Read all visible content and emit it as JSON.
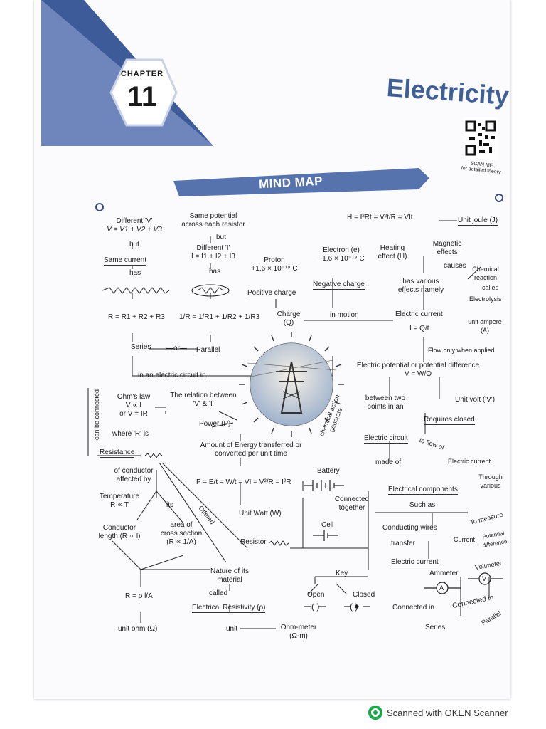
{
  "header": {
    "chapter_word": "CHAPTER",
    "chapter_number": "11",
    "title": "Electricity",
    "qr_caption_1": "SCAN ME",
    "qr_caption_2": "for detailed theory",
    "banner": "MIND MAP"
  },
  "colors": {
    "accent": "#4a6aa8",
    "title": "#3f5f95",
    "banner": "#5673ad"
  },
  "map": {
    "diff_v": "Different 'V'",
    "v_sum": "V = V1 + V2 + V3",
    "but1": "but",
    "same_current": "Same current",
    "has1": "has",
    "series_r": "R = R1 + R2 + R3",
    "series": "Series",
    "or": "—or—",
    "same_potential_1": "Same potential",
    "same_potential_2": "across each resistor",
    "but2": "but",
    "diff_i": "Different 'I'",
    "i_sum": "I = I1 + I2 + I3",
    "has2": "has",
    "parallel_r": "1/R = 1/R1 + 1/R2 + 1/R3",
    "parallel": "Parallel",
    "in_circuit": "in an electric circuit in",
    "proton_1": "Proton",
    "proton_2": "+1.6 × 10⁻¹⁹ C",
    "positive_charge": "Positive charge",
    "electron_1": "Electron (e)",
    "electron_2": "−1.6 × 10⁻¹⁹ C",
    "negative_charge": "Negative charge",
    "charge_1": "Charge",
    "charge_2": "(Q)",
    "in_motion": "in motion",
    "heating_formula": "H = I²Rt = V²t/R = VIt",
    "unit_joule": "Unit joule (J)",
    "heating_1": "Heating",
    "heating_2": "effect (H)",
    "magnetic_1": "Magnetic",
    "magnetic_2": "effects",
    "causes": "causes",
    "chemical_1": "Chemical",
    "chemical_2": "reaction",
    "called1": "called",
    "electrolysis": "Electrolysis",
    "has_various_1": "has various",
    "has_various_2": "effects namely",
    "electric_current": "Electric current",
    "i_formula": "I = Q/t",
    "unit_ampere_1": "unit ampere",
    "unit_ampere_2": "(A)",
    "flow": "Flow only when applied",
    "potential_1": "Electric potential or potential difference",
    "potential_2": "V = W/Q",
    "ohms_1": "Ohm's law",
    "ohms_2": "V ∝ I",
    "ohms_3": "or V = IR",
    "where_r": "where 'R' is",
    "can_be_connected": "can be connected",
    "relation_1": "The relation between",
    "relation_2": "'V' & 'I'",
    "power": "Power (P)",
    "energy_1": "Amount of Energy transferred or",
    "energy_2": "converted per unit time",
    "power_formula": "P = E/t = W/t = VI = V²/R = I²R",
    "unit_watt": "Unit Watt (W)",
    "chemical_action": "chemical action",
    "generate": "generate",
    "between_1": "between two",
    "between_2": "points in an",
    "unit_volt": "Unit volt ('V')",
    "requires": "Requires closed",
    "electric_circuit": "Electric circuit",
    "to_flow_of": "to flow of",
    "electric_current_2": "Electric current",
    "made_of": "made of",
    "electrical_components": "Electrical components",
    "through_1": "Through",
    "through_2": "various",
    "such_as": "Such as",
    "resistance": "Resistance",
    "of_conductor_1": "of conductor",
    "of_conductor_2": "affected by",
    "temperature_1": "Temperature",
    "temperature_2": "R ∝ T",
    "its": "its",
    "offered": "Offered",
    "conductor_1": "Conductor",
    "conductor_2": "length (R ∝ l)",
    "area_1": "area of",
    "area_2": "cross section",
    "area_3": "(R ∝ 1/A)",
    "battery": "Battery",
    "connected_1": "Connected",
    "connected_2": "together",
    "cell": "Cell",
    "resistor": "Resistor",
    "conducting_wires": "Conducting wires",
    "transfer": "transfer",
    "electric_current_3": "Electric current",
    "to_measure": "To measure",
    "current": "Current",
    "potential_diff_1": "Potential",
    "potential_diff_2": "difference",
    "ammeter": "Ammeter",
    "voltmeter": "Voltmeter",
    "connected_in_1": "Connected in",
    "connected_in_2": "Connected in",
    "series_2": "Series",
    "parallel_2": "Parallel",
    "nature_1": "Nature of its",
    "nature_2": "material",
    "called2": "called",
    "resistivity": "Electrical Resistivity (ρ)",
    "rho_formula": "R = ρ l/A",
    "unit_ohm": "unit ohm (Ω)",
    "unit2": "unit",
    "ohm_meter_1": "Ohm-meter",
    "ohm_meter_2": "(Ω-m)",
    "key": "Key",
    "open": "Open",
    "closed": "Closed"
  },
  "footer": {
    "scanner": "Scanned with OKEN Scanner"
  }
}
